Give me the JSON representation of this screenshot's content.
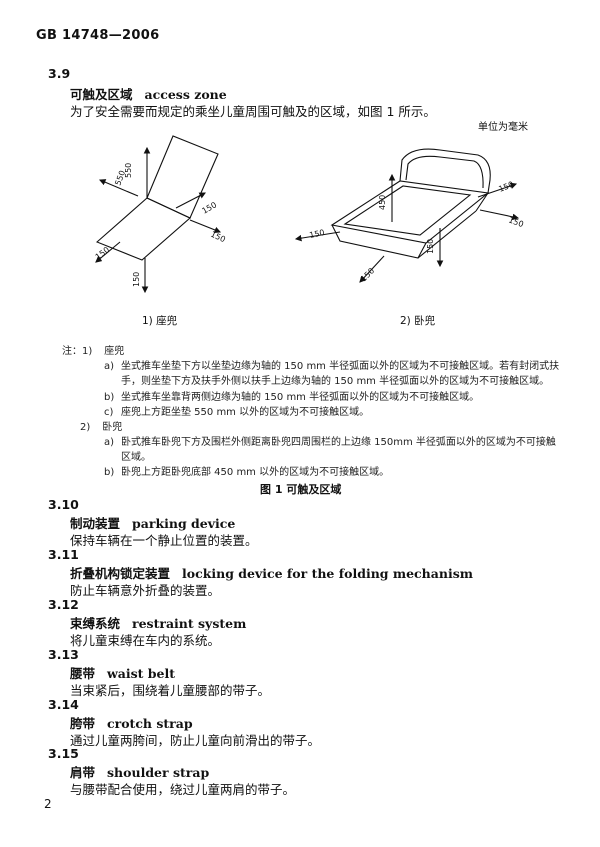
{
  "header": {
    "standard": "GB 14748—2006"
  },
  "s39": {
    "number": "3.9",
    "term_cn": "可触及区域",
    "term_en": "access zone",
    "definition": "为了安全需要而规定的乘坐儿童周围可触及的区域，如图 1 所示。"
  },
  "figure": {
    "unit": "单位为毫米",
    "dims": {
      "d550": "550",
      "d150": "150",
      "d450": "450"
    },
    "sub1": "1)   座兜",
    "sub2": "2)   卧兜",
    "caption": "图 1   可触及区域"
  },
  "notes": {
    "label": "注：1)",
    "n1_title": "座兜",
    "n1a_mark": "a)",
    "n1a_l1": "坐式推车坐垫下方以坐垫边缘为轴的 150 mm 半径弧面以外的区域为不可接触区域。若有封闭式扶",
    "n1a_l2": "手，则坐垫下方及扶手外侧以扶手上边缘为轴的 150 mm 半径弧面以外的区域为不可接触区域。",
    "n1b_mark": "b)",
    "n1b": "坐式推车坐靠背两侧边缘为轴的 150 mm 半径弧面以外的区域为不可接触区域。",
    "n1c_mark": "c)",
    "n1c": "座兜上方距坐垫 550 mm 以外的区域为不可接触区域。",
    "n2_label": "2)",
    "n2_title": "卧兜",
    "n2a_mark": "a)",
    "n2a_l1": "卧式推车卧兜下方及围栏外侧距离卧兜四周围栏的上边缘 150mm 半径弧面以外的区域为不可接触",
    "n2a_l2": "区域。",
    "n2b_mark": "b)",
    "n2b": "卧兜上方距卧兜底部 450 mm 以外的区域为不可接触区域。"
  },
  "sections": [
    {
      "number": "3.10",
      "term_cn": "制动装置",
      "term_en": "parking device",
      "definition": "保持车辆在一个静止位置的装置。"
    },
    {
      "number": "3.11",
      "term_cn": "折叠机构锁定装置",
      "term_en": "locking device for the folding mechanism",
      "definition": "防止车辆意外折叠的装置。"
    },
    {
      "number": "3.12",
      "term_cn": "束缚系统",
      "term_en": "restraint system",
      "definition": "将儿童束缚在车内的系统。"
    },
    {
      "number": "3.13",
      "term_cn": "腰带",
      "term_en": "waist belt",
      "definition": "当束紧后，围绕着儿童腰部的带子。"
    },
    {
      "number": "3.14",
      "term_cn": "胯带",
      "term_en": "crotch strap",
      "definition": "通过儿童两胯间，防止儿童向前滑出的带子。"
    },
    {
      "number": "3.15",
      "term_cn": "肩带",
      "term_en": "shoulder strap",
      "definition": "与腰带配合使用，绕过儿童两肩的带子。"
    }
  ],
  "page_number": "2"
}
